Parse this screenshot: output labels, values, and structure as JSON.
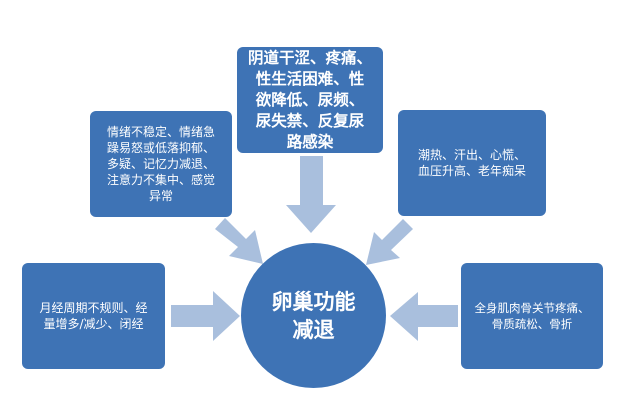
{
  "center": {
    "label": "卵巢功能\n减退"
  },
  "nodes": {
    "top": "阴道干涩、疼痛、\n性生活困难、性\n欲降低、尿频、\n尿失禁、反复尿\n路感染",
    "upper_left": "情绪不稳定、情绪急\n躁易怒或低落抑郁、\n多疑、记忆力减退、\n注意力不集中、感觉\n异常",
    "upper_right": "潮热、汗出、心慌、\n血压升高、老年痴呆",
    "left": "月经周期不规则、经\n量增多/减少、闭经",
    "right": "全身肌肉骨关节疼痛、\n骨质疏松、骨折"
  },
  "colors": {
    "box_fill": "#3e73b5",
    "arrow_fill": "#a9bfdd",
    "text": "#ffffff"
  }
}
